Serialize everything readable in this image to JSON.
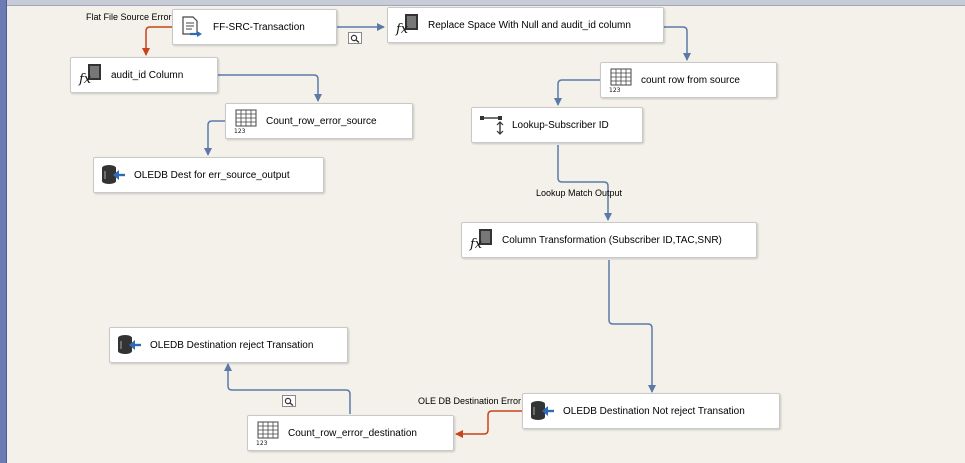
{
  "nodes": {
    "ff_src": "FF-SRC-Transaction",
    "replace_space": "Replace Space With Null and audit_id column",
    "audit_id": "audit_id Column",
    "count_source": "count row from source",
    "count_error_source": "Count_row_error_source",
    "lookup": "Lookup-Subscriber ID",
    "oledb_err_source": "OLEDB Dest for err_source_output",
    "column_transform": "Column Transformation (Subscriber ID,TAC,SNR)",
    "oledb_reject": "OLEDB Destination reject Transation",
    "oledb_not_reject": "OLEDB Destination Not reject Transation",
    "count_error_dest": "Count_row_error_destination"
  },
  "labels": {
    "flat_file_error": "Flat File Source Error Output",
    "lookup_match": "Lookup Match Output",
    "oledb_error": "OLE DB Destination Error Output"
  },
  "icon_text": {
    "fx": "fx",
    "num": "123"
  },
  "colors": {
    "data_path": "#5b7aa8",
    "error_path": "#c8441b",
    "canvas": "#f4f1ea"
  }
}
